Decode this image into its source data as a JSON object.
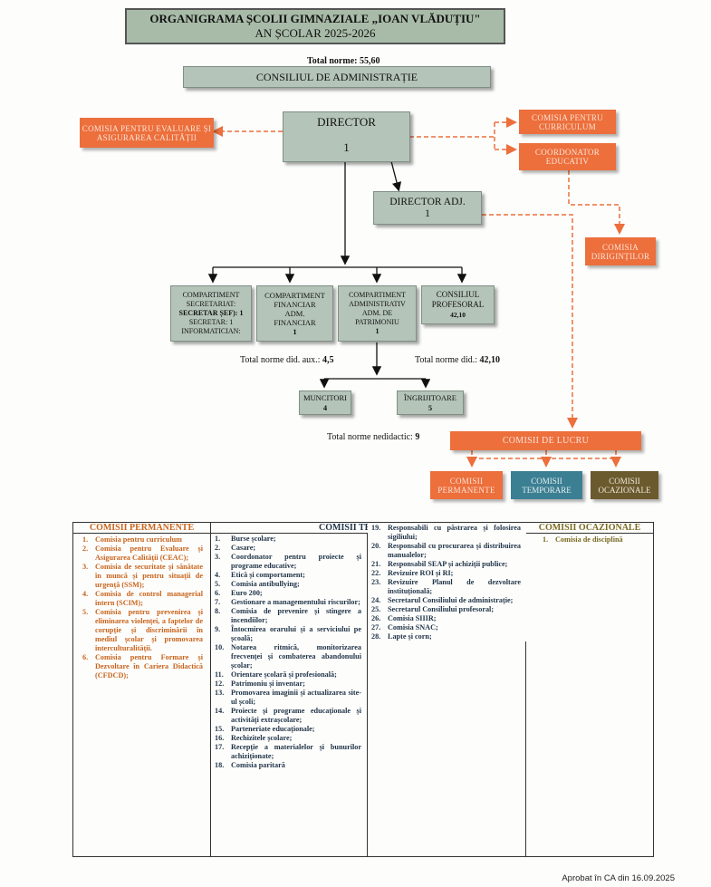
{
  "title": {
    "line1": "ORGANIGRAMA ȘCOLII GIMNAZIALE „IOAN VLĂDUȚIU\"",
    "line2": "AN ȘCOLAR 2025-2026"
  },
  "total_norme": {
    "label": "Total norme:",
    "value": "55,60"
  },
  "consiliu_admin": "CONSILIUL DE ADMINISTRAȚIE",
  "director": {
    "label": "DIRECTOR",
    "count": "1"
  },
  "director_adj": {
    "label": "DIRECTOR ADJ.",
    "count": "1"
  },
  "comisii_orange": {
    "ceac": "COMISIA PENTRU EVALUARE ȘI ASIGURAREA CALITĂȚII",
    "curriculum": "COMISIA PENTRU CURRICULUM",
    "coordonator": "COORDONATOR EDUCATIV",
    "diriginti": "COMISIA DIRIGINȚILOR"
  },
  "compartimente": {
    "secretariat": {
      "l1": "COMPARTIMENT",
      "l2": "SECRETARIAT:",
      "l3": "SECRETAR ȘEF): 1",
      "l4": "SECRETAR: 1",
      "l5": "INFORMATICIAN:"
    },
    "financiar": {
      "l1": "COMPARTIMENT",
      "l2": "FINANCIAR",
      "l3": "ADM.",
      "l4": "FINANCIAR",
      "l5": "1"
    },
    "administrativ": {
      "l1": "COMPARTIMENT",
      "l2": "ADMINISTRATIV",
      "l3": "ADM. DE",
      "l4": "PATRIMONIU",
      "l5": "1"
    },
    "profesoral": {
      "l1": "CONSILIUL",
      "l2": "PROFESORAL",
      "l3": "42,10"
    }
  },
  "total_aux": {
    "label": "Total norme did. aux.:",
    "value": "4,5"
  },
  "total_did": {
    "label": "Total norme did.:",
    "value": "42,10"
  },
  "muncitori": {
    "label": "MUNCITORI",
    "count": "4"
  },
  "ingrijitoare": {
    "label": "ÎNGRIJITOARE",
    "count": "5"
  },
  "total_nedidactic": {
    "label": "Total norme nedidactic:",
    "value": "9"
  },
  "comisii_de_lucru": "COMISII DE LUCRU",
  "sub_comisii": {
    "permanente": "COMISII PERMANENTE",
    "temporare": "COMISII TEMPORARE",
    "ocazionale": "COMISII OCAZIONALE"
  },
  "table": {
    "headers": {
      "permanente": "COMISII PERMANENTE",
      "temporare": "COMISII TEMPORARE",
      "ocazionale": "COMISII OCAZIONALE"
    },
    "permanente": [
      {
        "n": "1.",
        "t": "Comisia pentru curriculum"
      },
      {
        "n": "2.",
        "t": "Comisia pentru Evaluare și Asigurarea Calității (CEAC);"
      },
      {
        "n": "3.",
        "t": "Comisia de securitate și sănătate în muncă și pentru situații de urgență (SSM);"
      },
      {
        "n": "4.",
        "t": "Comisia de control managerial intern (SCIM);"
      },
      {
        "n": "5.",
        "t": "Comisia pentru prevenirea și eliminarea violenței, a faptelor de corupție și discriminării în mediul școlar și promovarea interculturalității."
      },
      {
        "n": "6.",
        "t": "Comisia pentru Formare și Dezvoltare în Cariera Didactică (CFDCD);"
      }
    ],
    "temporare_a": [
      {
        "n": "1.",
        "t": "Burse școlare;"
      },
      {
        "n": "2.",
        "t": "Casare;"
      },
      {
        "n": "3.",
        "t": "Coordonator pentru proiecte și programe educative;"
      },
      {
        "n": "4.",
        "t": "Etică și comportament;"
      },
      {
        "n": "5.",
        "t": "Comisia antibullying;"
      },
      {
        "n": "6.",
        "t": "Euro 200;"
      },
      {
        "n": "7.",
        "t": "Gestionare a managementului riscurilor;"
      },
      {
        "n": "8.",
        "t": "Comisia de prevenire și stingere a incendiilor;"
      },
      {
        "n": "9.",
        "t": "Întocmirea orarului și a serviciului pe școală;"
      },
      {
        "n": "10.",
        "t": "Notarea ritmică, monitorizarea frecvenței și combaterea abandonului școlar;"
      },
      {
        "n": "11.",
        "t": "Orientare școlară și profesională;"
      },
      {
        "n": "12.",
        "t": "Patrimoniu și inventar;"
      },
      {
        "n": "13.",
        "t": "Promovarea imaginii și actualizarea site-ul școli;"
      },
      {
        "n": "14.",
        "t": "Proiecte și programe educaționale și activități extrașcolare;"
      },
      {
        "n": "15.",
        "t": "Parteneriate educaționale;"
      },
      {
        "n": "16.",
        "t": "Rechizitele școlare;"
      },
      {
        "n": "17.",
        "t": "Recepție a materialelor și bunurilor achiziționate;"
      },
      {
        "n": "18.",
        "t": "Comisia paritară"
      }
    ],
    "temporare_b": [
      {
        "n": "19.",
        "t": "Responsabili cu păstrarea și folosirea sigiliului;"
      },
      {
        "n": "20.",
        "t": "Responsabil cu procurarea și distribuirea manualelor;"
      },
      {
        "n": "21.",
        "t": "Responsabil SEAP și achiziții publice;"
      },
      {
        "n": "22.",
        "t": "Revizuire ROI și RI;"
      },
      {
        "n": "23.",
        "t": "Revizuire Planul de dezvoltare instituțională;"
      },
      {
        "n": "24.",
        "t": "Secretarul Consiliului de administrație;"
      },
      {
        "n": "25.",
        "t": "Secretarul Consiliului profesoral;"
      },
      {
        "n": "26.",
        "t": "Comisia SIIIR;"
      },
      {
        "n": "27.",
        "t": "Comisia SNAC;"
      },
      {
        "n": "28.",
        "t": "Lapte și corn;"
      }
    ],
    "ocazionale": [
      {
        "n": "1.",
        "t": "Comisia de disciplină"
      }
    ]
  },
  "approved": "Aprobat în CA din 16.09.2025",
  "colors": {
    "grey_box": "#b4c4b8",
    "orange": "#ec6f3c",
    "blue": "#3b7f93",
    "olive": "#6b5a2e"
  }
}
